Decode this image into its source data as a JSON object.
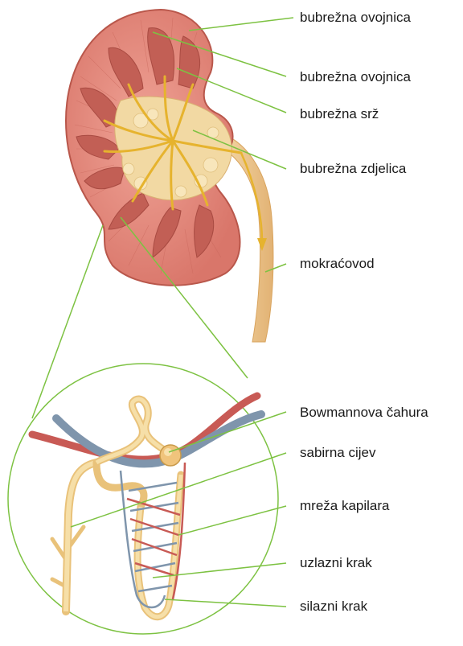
{
  "labels": {
    "capsule_1": "bubrežna ovojnica",
    "capsule_2": "bubrežna ovojnica",
    "medulla": "bubrežna srž",
    "pelvis": "bubrežna zdjelica",
    "ureter": "mokraćovod",
    "bowman": "Bowmannova čahura",
    "collecting_duct": "sabirna cijev",
    "capillary_net": "mreža kapilara",
    "ascending_limb": "uzlazni krak",
    "descending_limb": "silazni krak"
  },
  "colors": {
    "leader_line": "#7dc242",
    "cortex": "#e0877a",
    "medulla": "#c9675c",
    "pelvis": "#f2d9a3",
    "vessel_yellow": "#e6b32e",
    "ureter": "#f0c98c",
    "tubule": "#f1d28f",
    "vein": "#7f95ac",
    "artery": "#c85a55"
  }
}
